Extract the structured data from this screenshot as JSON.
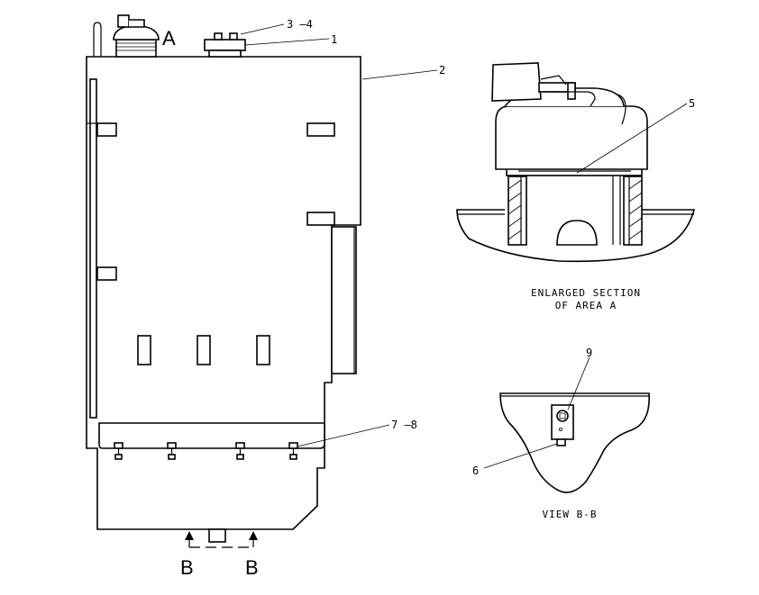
{
  "labels": {
    "view_a": "A",
    "item_3_4": "3 —4",
    "item_1": "1",
    "item_2": "2",
    "item_5": "5",
    "item_7_8": "7 —8",
    "item_9": "9",
    "item_6": "6",
    "section_b_left": "B",
    "section_b_right": "B"
  },
  "captions": {
    "enlarged_line1": "ENLARGED SECTION",
    "enlarged_line2": "OF AREA A",
    "view_bb": "VIEW B-B"
  }
}
